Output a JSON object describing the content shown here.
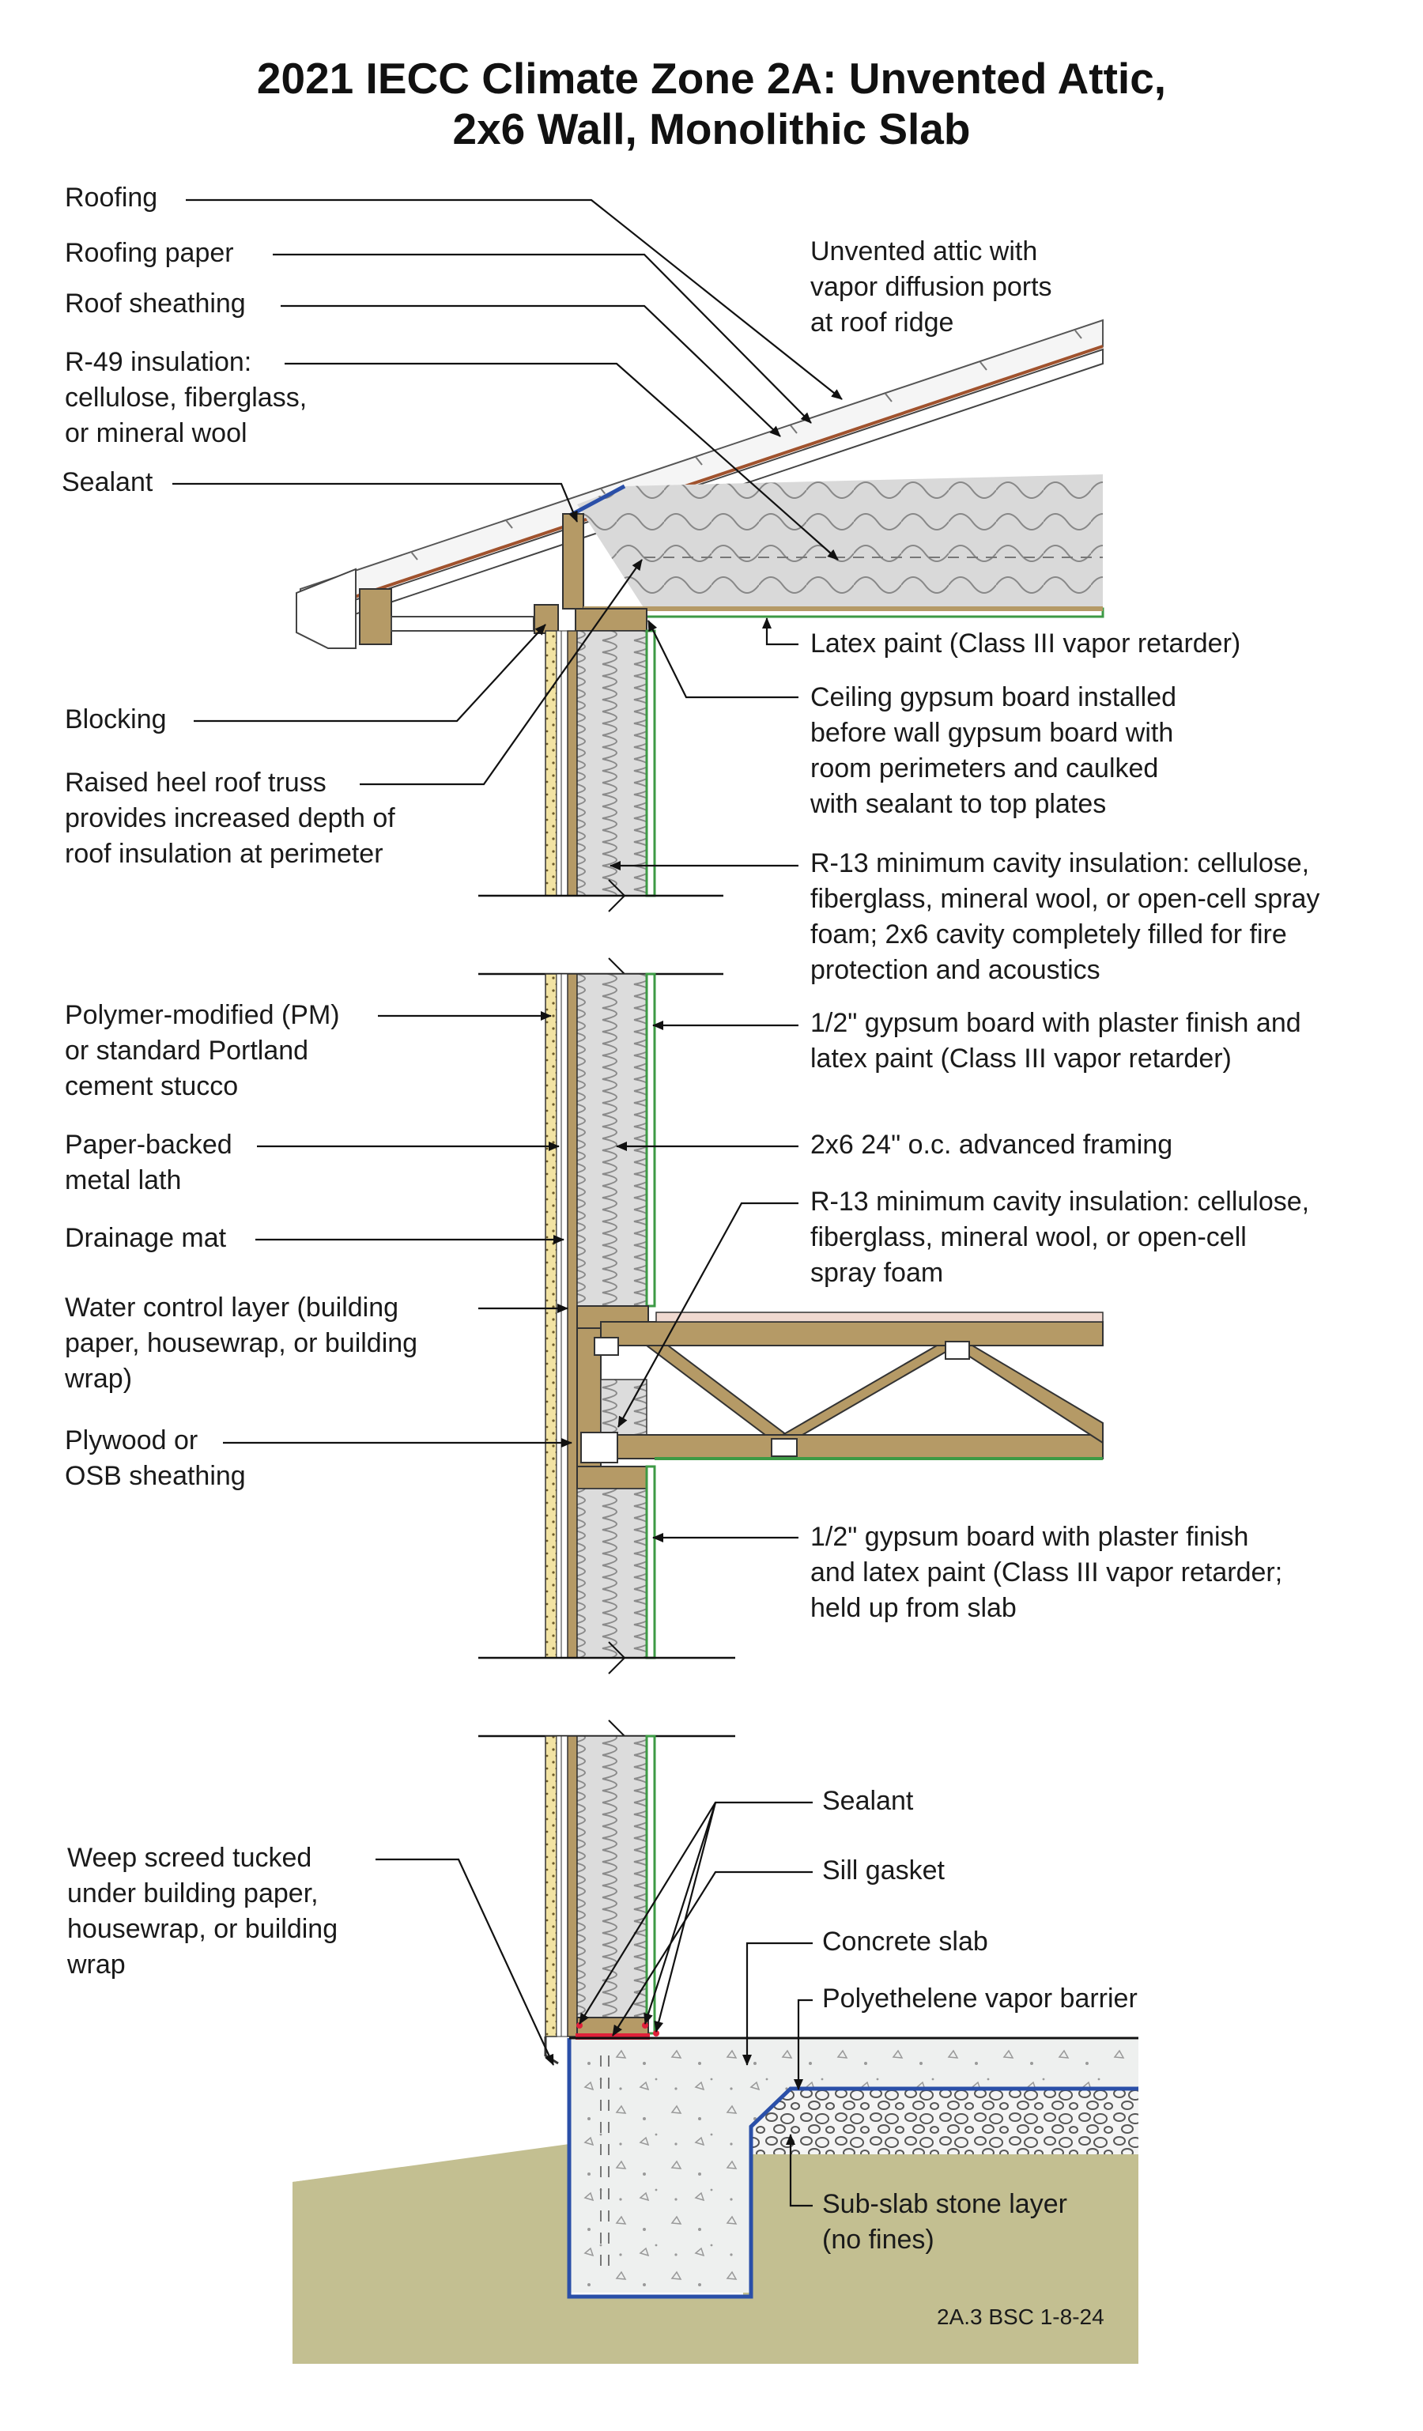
{
  "title": {
    "line1": "2021 IECC Climate Zone 2A: Unvented Attic,",
    "line2": "2x6 Wall, Monolithic Slab"
  },
  "labels": {
    "roofing": "Roofing",
    "roofing_paper": "Roofing paper",
    "roof_sheathing": "Roof sheathing",
    "r49": "R-49 insulation:\ncellulose, fiberglass,\nor mineral wool",
    "sealant_top": "Sealant",
    "blocking": "Blocking",
    "raised_heel": "Raised heel roof truss\nprovides increased depth of\nroof insulation at perimeter",
    "unvented_attic": "Unvented attic with\nvapor diffusion ports\nat roof ridge",
    "latex_paint": "Latex paint (Class III vapor retarder)",
    "ceiling_gypsum": "Ceiling gypsum board installed\nbefore wall gypsum board with\nroom perimeters and caulked\nwith sealant to top plates",
    "r13_upper": "R-13 minimum cavity insulation: cellulose,\nfiberglass, mineral wool, or open-cell spray\nfoam; 2x6 cavity completely filled for fire\nprotection and acoustics",
    "polymer": "Polymer-modified (PM)\nor standard Portland\ncement stucco",
    "gypsum_upper": "1/2\" gypsum board with plaster finish and\nlatex paint (Class III vapor retarder)",
    "paper_lath": "Paper-backed\nmetal lath",
    "framing": "2x6 24\" o.c. advanced framing",
    "drainage": "Drainage mat",
    "r13_mid": "R-13 minimum cavity insulation: cellulose,\nfiberglass, mineral wool, or open-cell\nspray foam",
    "water_control": "Water control layer (building\npaper, housewrap, or building\nwrap)",
    "plywood": "Plywood or\nOSB sheathing",
    "gypsum_lower": "1/2\" gypsum board with plaster finish\nand latex paint (Class III vapor retarder;\nheld up from slab",
    "sealant_bottom": "Sealant",
    "sill_gasket": "Sill gasket",
    "weep_screed": "Weep screed tucked\nunder building paper,\nhousewrap, or building\nwrap",
    "concrete_slab": "Concrete slab",
    "poly_barrier": "Polyethelene vapor barrier",
    "stone_layer": "Sub-slab stone layer\n(no fines)",
    "drawing_id": "2A.3 BSC 1-8-24"
  },
  "colors": {
    "wood": "#b59a66",
    "insulation": "#d9d9d9",
    "soil": "#c3bf91",
    "concrete": "#eef0ef",
    "vapor_barrier": "#2a4fa8",
    "gypsum_green": "#3d9a45",
    "sealant_red": "#e0203a",
    "stucco_yellow": "#f2e3a3",
    "roof_brown": "#a0522d"
  },
  "icons": [
    "arrow-head"
  ]
}
